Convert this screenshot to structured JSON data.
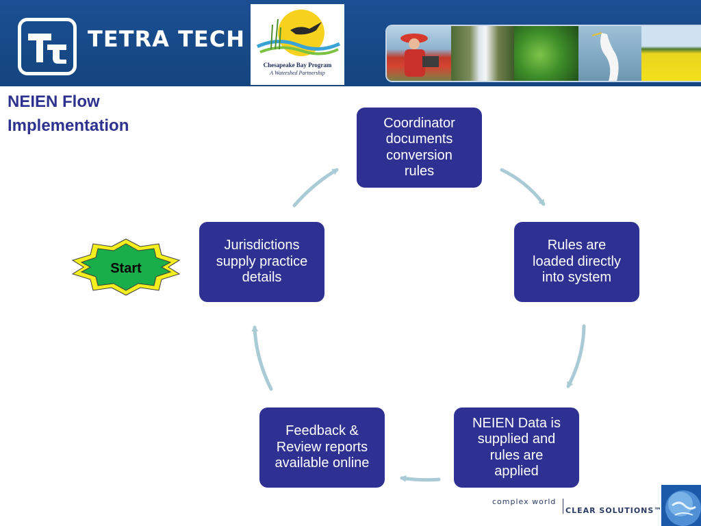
{
  "header": {
    "brand_name": "TETRA TECH",
    "logo_glyph": "Tt",
    "partner_name": "Chesapeake Bay Program",
    "partner_tagline": "A Watershed Partnership",
    "icons": [
      "tetra-tech-logo-icon",
      "chesapeake-bay-program-logo-icon",
      "hiker-laptop-photo",
      "waterfall-photo",
      "green-leaves-photo",
      "egret-photo",
      "yellow-field-photo"
    ]
  },
  "title": "NEIEN Flow Implementation",
  "diagram": {
    "start_label": "Start",
    "nodes": [
      {
        "id": "coordinator",
        "lines": [
          "Coordinator",
          "documents",
          "conversion",
          "rules"
        ]
      },
      {
        "id": "rules_loaded",
        "lines": [
          "Rules are",
          "loaded directly",
          "into system"
        ]
      },
      {
        "id": "neien_data",
        "lines": [
          "NEIEN Data is",
          "supplied and",
          "rules are",
          "applied"
        ]
      },
      {
        "id": "feedback",
        "lines": [
          "Feedback &",
          "Review reports",
          "available online"
        ]
      },
      {
        "id": "jurisdictions",
        "lines": [
          "Jurisdictions",
          "supply  practice",
          "details"
        ]
      }
    ],
    "colors": {
      "node_fill": "#2e3192",
      "node_text": "#ffffff",
      "arrow": "#a9cbd6",
      "start_fill": "#1aae4a",
      "start_outline": "#f4ee1f",
      "title": "#2d3291",
      "banner": "#1b4f93"
    }
  },
  "footer": {
    "tagline_left": "complex world",
    "tagline_right": "CLEAR SOLUTIONS™",
    "icon": "globe-icon"
  }
}
